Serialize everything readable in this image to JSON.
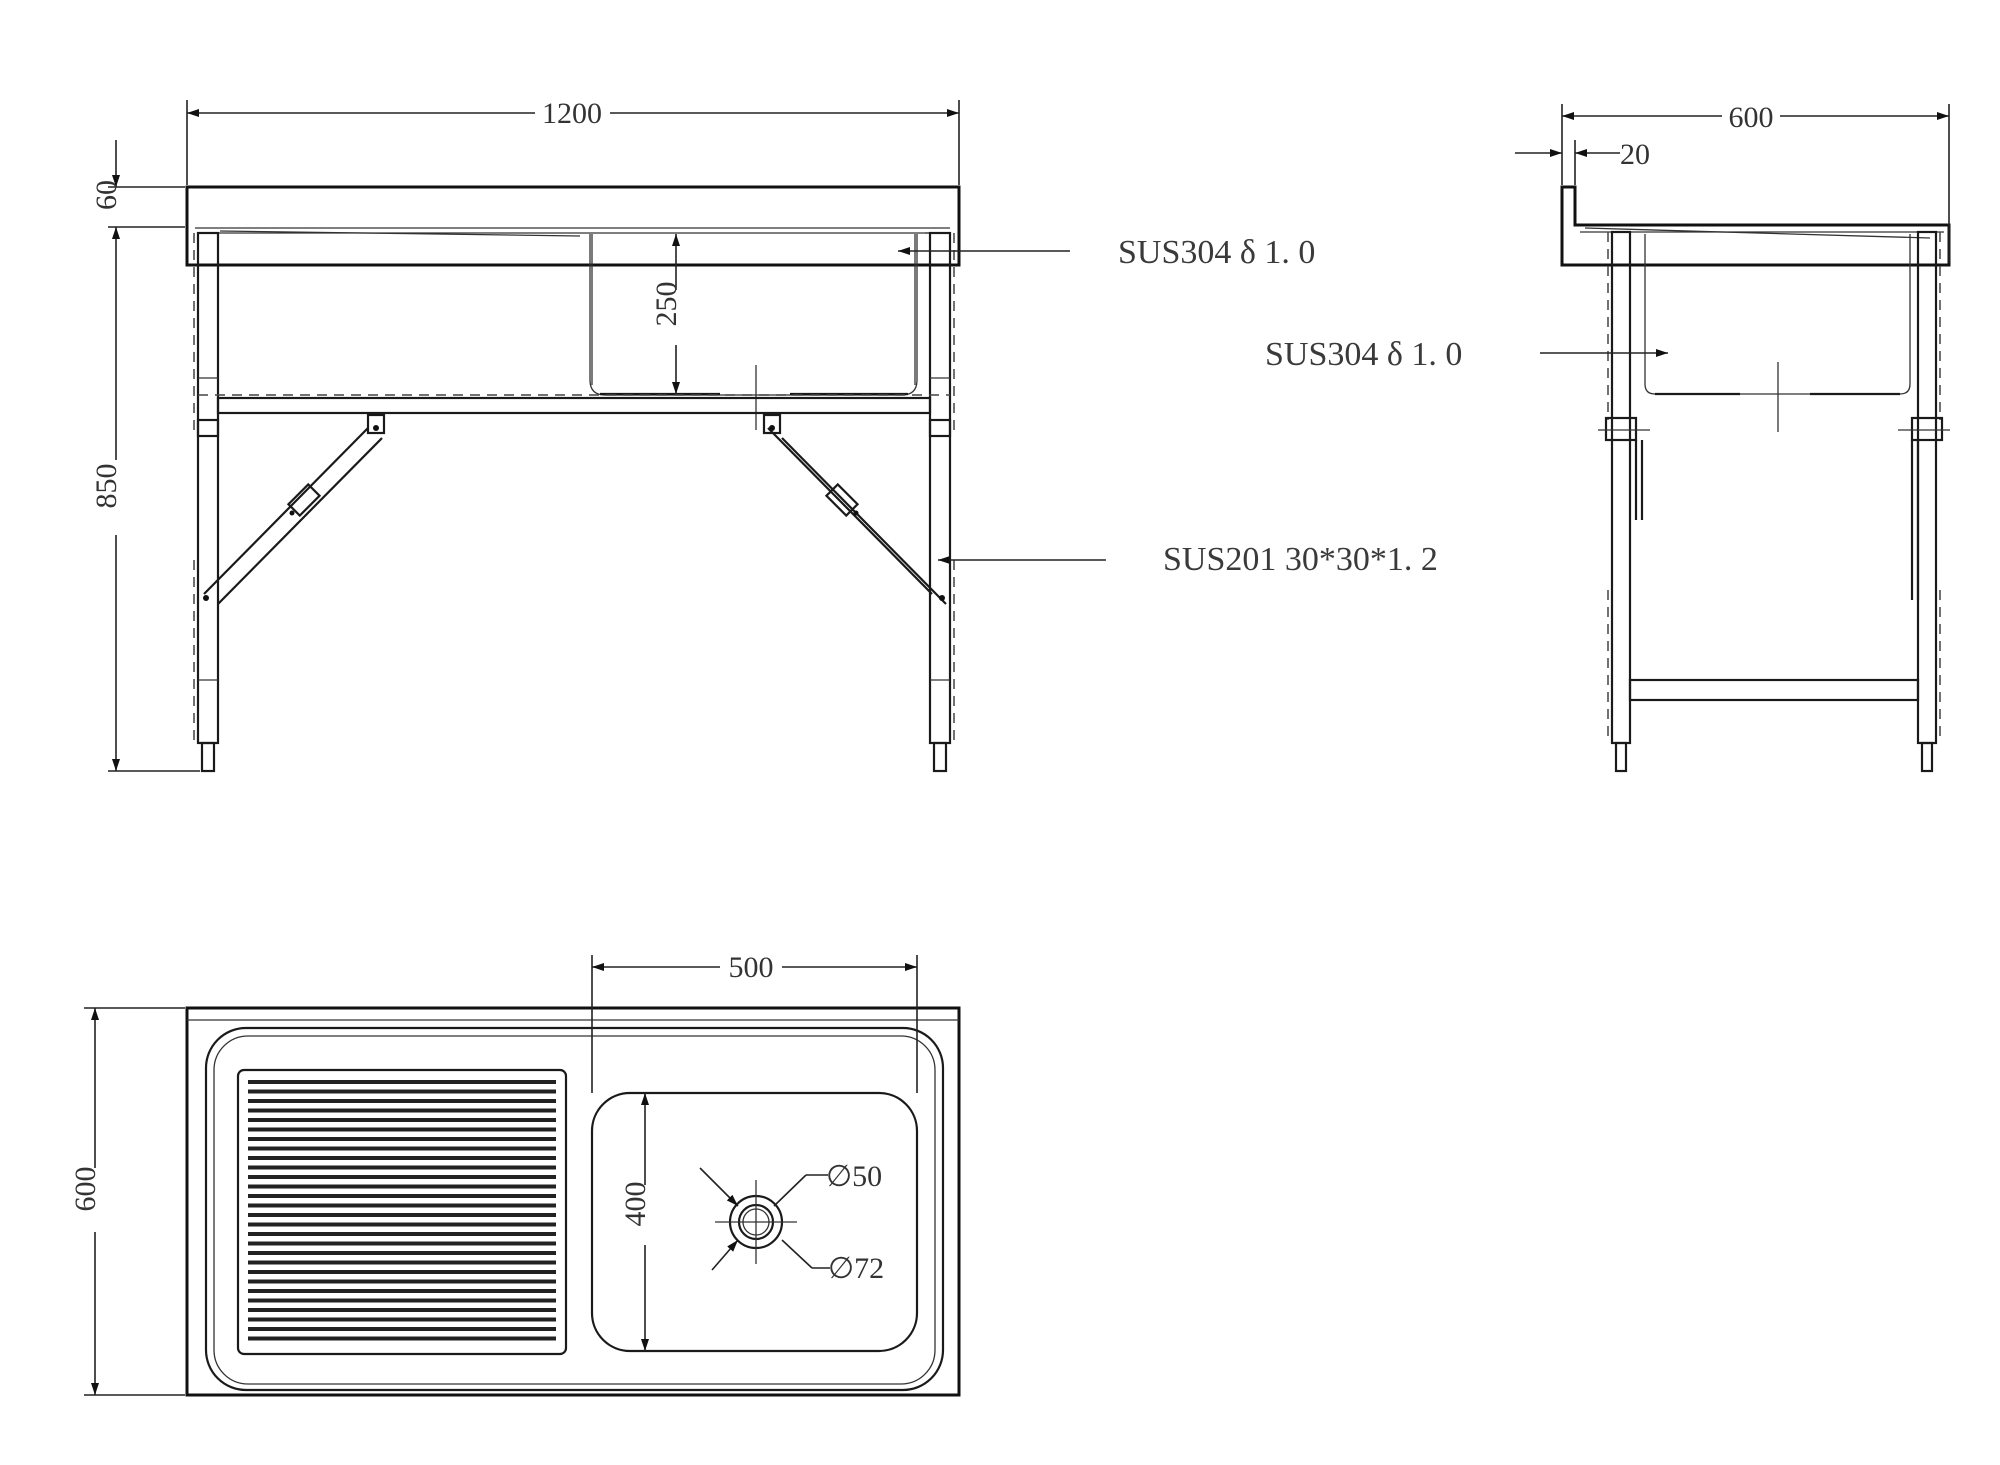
{
  "front_view": {
    "width": "1200",
    "top_thickness": "60",
    "height": "850",
    "bowl_depth": "250"
  },
  "side_view": {
    "depth": "600",
    "upstand": "20"
  },
  "top_view": {
    "bowl_width": "500",
    "overall_depth": "600",
    "bowl_depth": "400",
    "drain_inner": "∅50",
    "drain_outer": "∅72"
  },
  "notes": {
    "top_material": "SUS304 δ 1. 0",
    "bowl_material": "SUS304 δ 1. 0",
    "frame_material": "SUS201  30*30*1. 2"
  }
}
